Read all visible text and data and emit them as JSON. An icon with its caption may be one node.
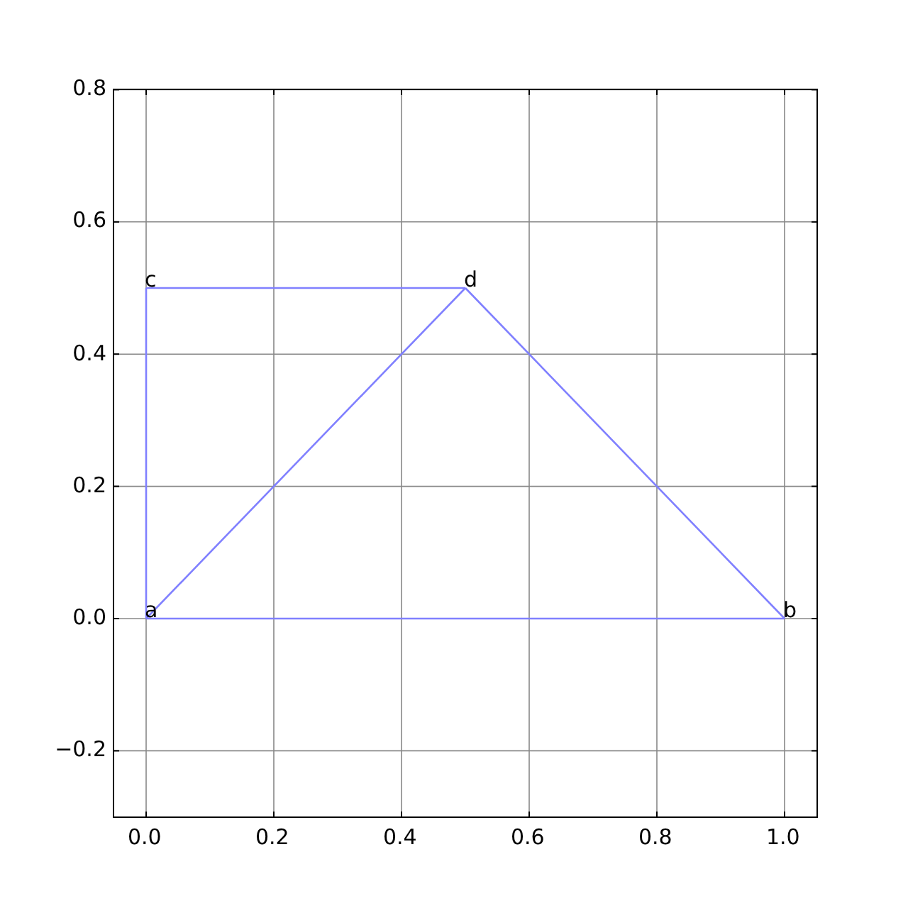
{
  "diagram": {
    "nodes": [
      {
        "text": [
          "c"
        ]
      },
      {
        "text": [
          "d"
        ]
      },
      {
        "text": [
          "a"
        ]
      },
      {
        "text": [
          "b"
        ]
      }
    ],
    "edges": [
      {
        "from": 0,
        "to": 1,
        "arrow": "none"
      },
      {
        "from": 0,
        "to": 2,
        "arrow": "none"
      },
      {
        "from": 1,
        "to": 2,
        "arrow": "none"
      },
      {
        "from": 1,
        "to": 3,
        "arrow": "none"
      },
      {
        "from": 2,
        "to": 3,
        "arrow": "none"
      }
    ],
    "labels": [
      "0.8",
      "0.6",
      "0.4",
      "0.2",
      "0.0",
      "−0.2",
      "0.0",
      "0.2",
      "0.4",
      "0.6",
      "0.8",
      "1.0"
    ]
  }
}
